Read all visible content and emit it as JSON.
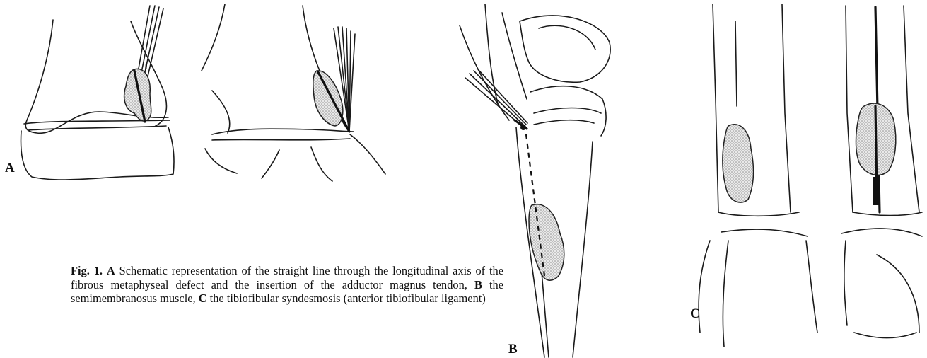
{
  "labels": {
    "a": "A",
    "b": "B",
    "c": "C"
  },
  "caption": {
    "fig_label": "Fig. 1.",
    "segments": [
      {
        "bold": true,
        "text": "A"
      },
      {
        "bold": false,
        "text": " Schematic representation of the straight line through the longitudinal axis of the fibrous metaphyseal defect and the insertion of the adductor magnus tendon, "
      },
      {
        "bold": true,
        "text": "B"
      },
      {
        "bold": false,
        "text": " the semimembranosus muscle, "
      },
      {
        "bold": true,
        "text": "C"
      },
      {
        "bold": false,
        "text": " the tibiofibular syndesmosis (anterior tibiofibular ligament)"
      }
    ]
  },
  "colors": {
    "ink": "#1a1a1a",
    "lesion_dot": "#8a8a8a",
    "background": "#ffffff"
  }
}
